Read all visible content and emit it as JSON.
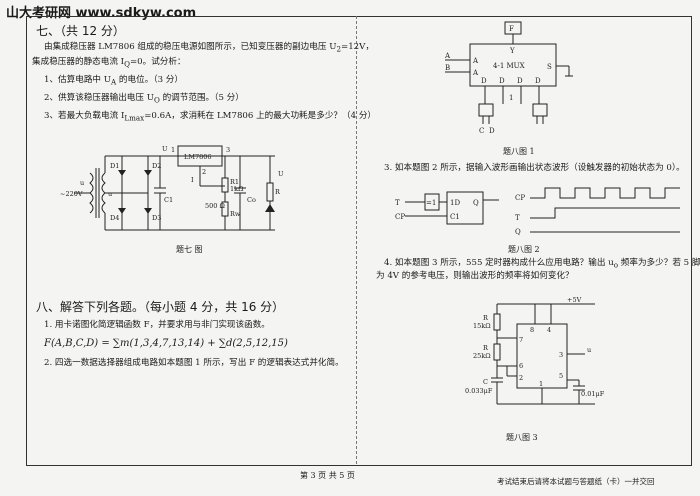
{
  "watermark": "山大考研网 www.sdkyw.com",
  "q7": {
    "title": "七、（共 12 分）",
    "intro_1": "由集成稳压器 LM7806 组成的稳压电源如图所示，已知变压器的副边电压 U",
    "intro_1_sub": "2",
    "intro_1_end": "=12V，",
    "intro_2": "集成稳压器的静态电流 I",
    "intro_2_sub": "Q",
    "intro_2_end": "=0。试分析：",
    "items": [
      "1、估算电路中 U",
      "2、供算该稳压器输出电压 U",
      "3、若最大负载电流 I"
    ],
    "item1_sub": "A",
    "item1_end": " 的电位。（3 分）",
    "item2_sub": "O",
    "item2_end": " 的调节范围。（5 分）",
    "item3_sub": "Lmax",
    "item3_end": "=0.6A，求消耗在 LM7806 上的最大功耗是多少？（4 分）",
    "figure_caption": "题七 图",
    "circuit": {
      "chip": "LM7806",
      "pin1": "1",
      "pin2": "2",
      "pin3": "3",
      "input": "~220V",
      "u1": "u",
      "u2": "u",
      "d1": "D1",
      "d2": "D2",
      "d3": "D3",
      "d4": "D4",
      "c1": "C1",
      "co": "Co",
      "r1": "R1",
      "r1_val": "1kΩ",
      "rw": "500 Ω",
      "rw_label": "Rw",
      "rl": "R",
      "ua": "U",
      "iq": "I",
      "uo": "U"
    }
  },
  "q8": {
    "title": "八、解答下列各题。（每小题 4 分，共 16 分）",
    "sub1": "1. 用卡诺图化简逻辑函数 F，并要求用与非门实现该函数。",
    "formula": "F(A,B,C,D) = ∑m(1,3,4,7,13,14) + ∑d(2,5,12,15)",
    "sub2": "2. 四选一数据选择器组成电路如本题图 1 所示，写出 F 的逻辑表达式并化简。",
    "sub3": "3. 如本题图 2 所示，据输入波形画输出状态波形（设触发器的初始状态为 0）。",
    "sub4_a": "4. 如本题图 3 所示，555 定时器构成什么应用电路？输出 u",
    "sub4_sub": "o",
    "sub4_b": " 频率为多少？若 5 脚改接",
    "sub4_c": "为 4V 的参考电压，则输出波形的频率将如何变化？",
    "fig1_caption": "题八图 1",
    "fig2_caption": "题八图 2",
    "fig3_caption": "题八图 3",
    "mux": {
      "f_label": "F",
      "y": "Y",
      "name": "4-1 MUX",
      "a1": "A",
      "a0": "A",
      "s": "S",
      "d0": "D",
      "d1": "D",
      "d2": "D",
      "d3": "D",
      "in_a": "A",
      "in_b": "B",
      "one": "1",
      "c": "C",
      "d": "D"
    },
    "ff": {
      "t": "T",
      "cp": "CP",
      "ge1": "=1",
      "d": "1D",
      "c": "C1",
      "q": "Q",
      "wt": "T",
      "wcp": "CP",
      "wq": "Q"
    },
    "timer": {
      "vcc": "+5V",
      "r1": "R",
      "r1_val": "15kΩ",
      "r2": "R",
      "r2_val": "25kΩ",
      "c": "C",
      "c_val": "0.033μF",
      "c2_val": "0.01μF",
      "p8": "8",
      "p4": "4",
      "p7": "7",
      "p6": "6",
      "p2": "2",
      "p3": "3",
      "p5": "5",
      "p1": "1",
      "uo": "u"
    }
  },
  "footer": {
    "page": "第 3 页 共 5 页",
    "right": "考试结束后请将本试题与答题纸（卡）一并交回"
  }
}
